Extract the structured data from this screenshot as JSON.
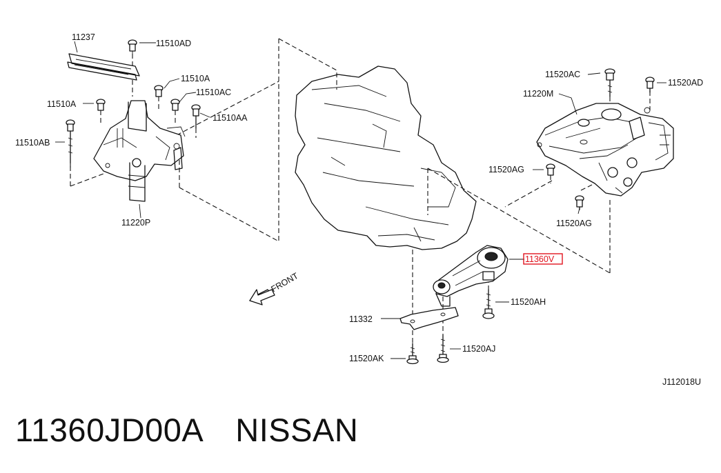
{
  "labels": {
    "p11237": "11237",
    "p11510AD": "11510AD",
    "p11510A_right": "11510A",
    "p11510AC": "11510AC",
    "p11510A_left": "11510A",
    "p11510AA": "11510AA",
    "p11510AB": "11510AB",
    "p11220P": "11220P",
    "p11520AC": "11520AC",
    "p11520AD": "11520AD",
    "p11220M": "11220M",
    "p11520AG_top": "11520AG",
    "p11520AG_bottom": "11520AG",
    "p11360V": "11360V",
    "p11520AH": "11520AH",
    "p11332": "11332",
    "p11520AJ": "11520AJ",
    "p11520AK": "11520AK",
    "front": "FRONT",
    "diagram_code": "J112018U"
  },
  "caption": {
    "part_number": "11360JD00A",
    "brand": "NISSAN"
  },
  "colors": {
    "ink": "#111111",
    "highlight": "#e0141e"
  }
}
